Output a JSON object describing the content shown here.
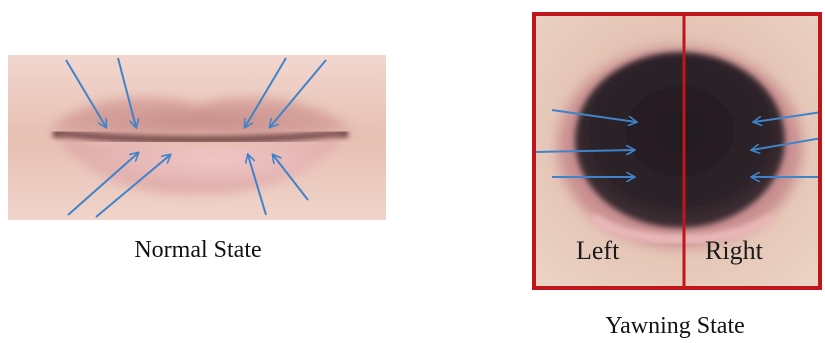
{
  "normal": {
    "caption": "Normal State"
  },
  "yawning": {
    "caption": "Yawning State",
    "left_label": "Left",
    "right_label": "Right",
    "divider_color": "#c0151b"
  },
  "colors": {
    "arrow": "#3f83c9",
    "skin": "#e8c0b4",
    "lip": "#d39a96",
    "mouth_cavity": "#2a1f24"
  }
}
